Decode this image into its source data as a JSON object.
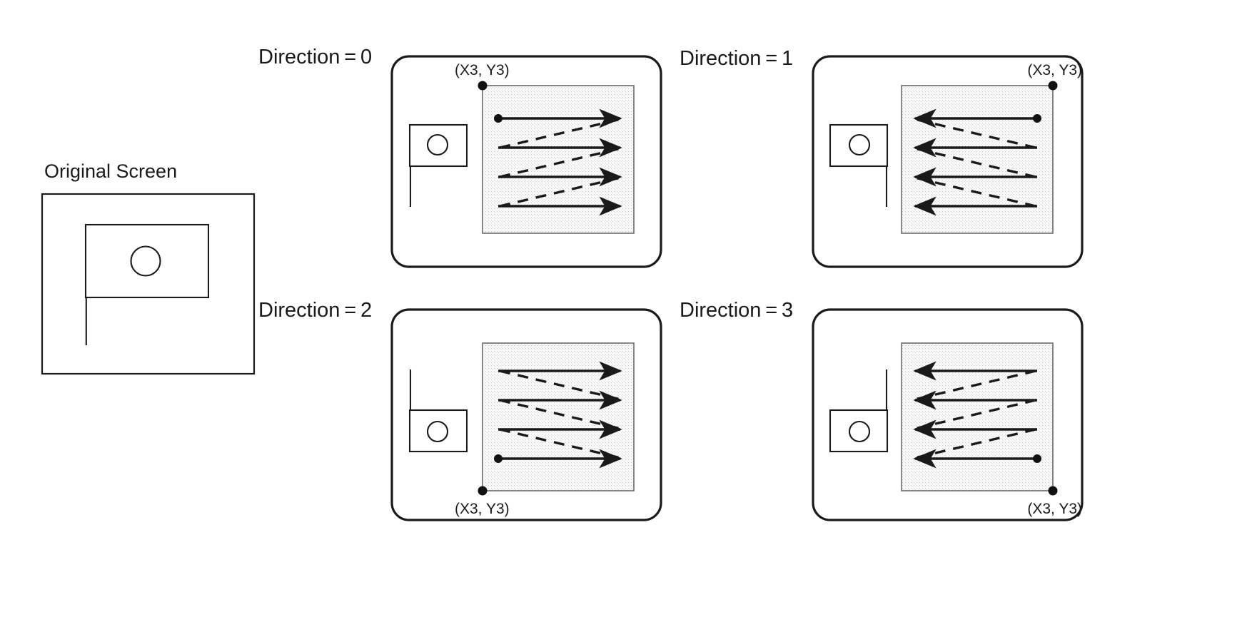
{
  "figure": {
    "title_label": "Original Screen",
    "coord_label": "(X3, Y3)",
    "panels": [
      {
        "id": "dir0",
        "label": "Direction = 0",
        "value": 0,
        "flag_orientation": "pole-down-left",
        "anchor_corner": "top-left",
        "scan_arrow_direction": "right",
        "return_stroke_direction": "up-right"
      },
      {
        "id": "dir1",
        "label": "Direction = 1",
        "value": 1,
        "flag_orientation": "pole-down-right",
        "anchor_corner": "top-right",
        "scan_arrow_direction": "left",
        "return_stroke_direction": "up-left"
      },
      {
        "id": "dir2",
        "label": "Direction = 2",
        "value": 2,
        "flag_orientation": "pole-up-left",
        "anchor_corner": "bottom-left",
        "scan_arrow_direction": "right",
        "return_stroke_direction": "down-right"
      },
      {
        "id": "dir3",
        "label": "Direction = 3",
        "value": 3,
        "flag_orientation": "pole-up-right",
        "anchor_corner": "bottom-right",
        "scan_arrow_direction": "left",
        "return_stroke_direction": "down-left"
      }
    ],
    "scan_line_count": 4,
    "return_stroke_count": 3,
    "colors": {
      "ink": "#1a1a1a",
      "scan_area_fill": "#f0f0f0",
      "scan_area_stroke": "#6a6a6a",
      "background": "#ffffff"
    }
  }
}
